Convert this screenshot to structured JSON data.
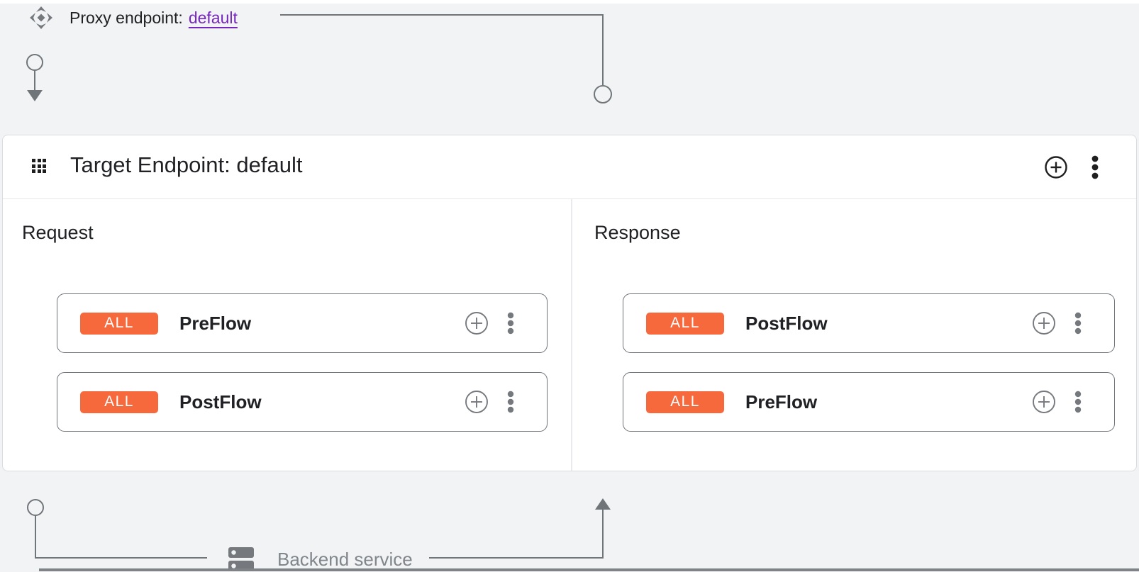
{
  "colors": {
    "background": "#f2f3f4",
    "accent_orange": "#f5693d",
    "link_purple": "#7627bb",
    "connector_gray": "#70757a",
    "text_dark": "#202124",
    "muted_gray": "#80868b"
  },
  "top": {
    "proxy_label": "Proxy endpoint:",
    "proxy_link": "default",
    "proxy_icon": "proxy-endpoint-icon"
  },
  "card": {
    "title": "Target Endpoint: default",
    "grid_icon": "apps-grid-icon",
    "add_icon": "add-circle-icon",
    "menu_icon": "kebab-menu-icon",
    "request": {
      "label": "Request",
      "flows": [
        {
          "badge": "ALL",
          "name": "PreFlow"
        },
        {
          "badge": "ALL",
          "name": "PostFlow"
        }
      ]
    },
    "response": {
      "label": "Response",
      "flows": [
        {
          "badge": "ALL",
          "name": "PostFlow"
        },
        {
          "badge": "ALL",
          "name": "PreFlow"
        }
      ]
    }
  },
  "bottom": {
    "backend_label": "Backend service",
    "backend_icon": "dns-server-icon"
  }
}
